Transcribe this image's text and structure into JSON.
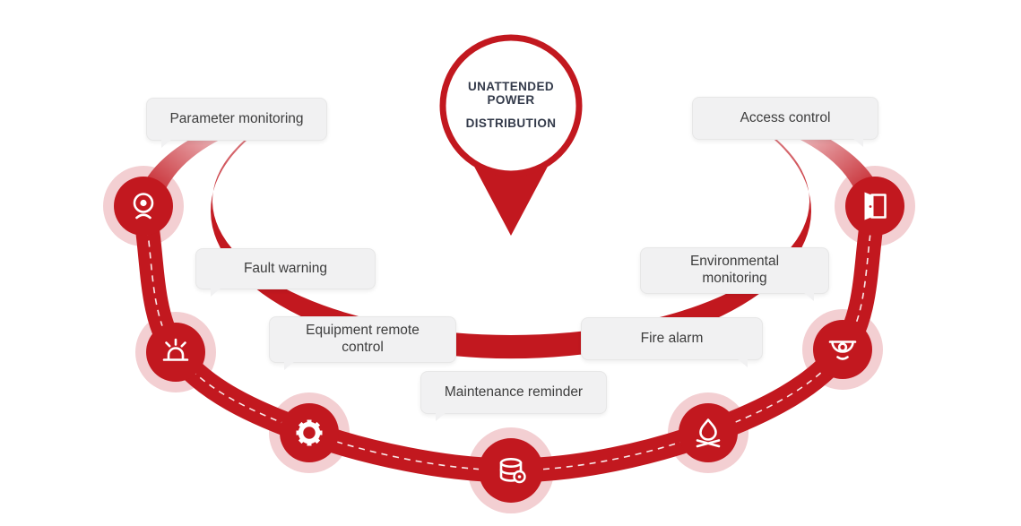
{
  "diagram": {
    "center": {
      "title_line1": "UNATTENDED POWER",
      "title_line2": "DISTRIBUTION"
    },
    "nodes": [
      {
        "label": "Parameter monitoring",
        "icon": "webcam-icon"
      },
      {
        "label": "Fault warning",
        "icon": "siren-icon"
      },
      {
        "label": "Equipment remote control",
        "icon": "gear-icon"
      },
      {
        "label": "Maintenance reminder",
        "icon": "database-icon"
      },
      {
        "label": "Fire alarm",
        "icon": "flame-icon"
      },
      {
        "label": "Environmental monitoring",
        "icon": "dome-camera-icon"
      },
      {
        "label": "Access control",
        "icon": "door-icon"
      }
    ],
    "colors": {
      "primary_red": "#c2181f",
      "halo_pink": "#f3cfd2",
      "label_background": "#f1f1f2",
      "label_text": "#3d3d3d",
      "title_text": "#333a4a"
    }
  }
}
